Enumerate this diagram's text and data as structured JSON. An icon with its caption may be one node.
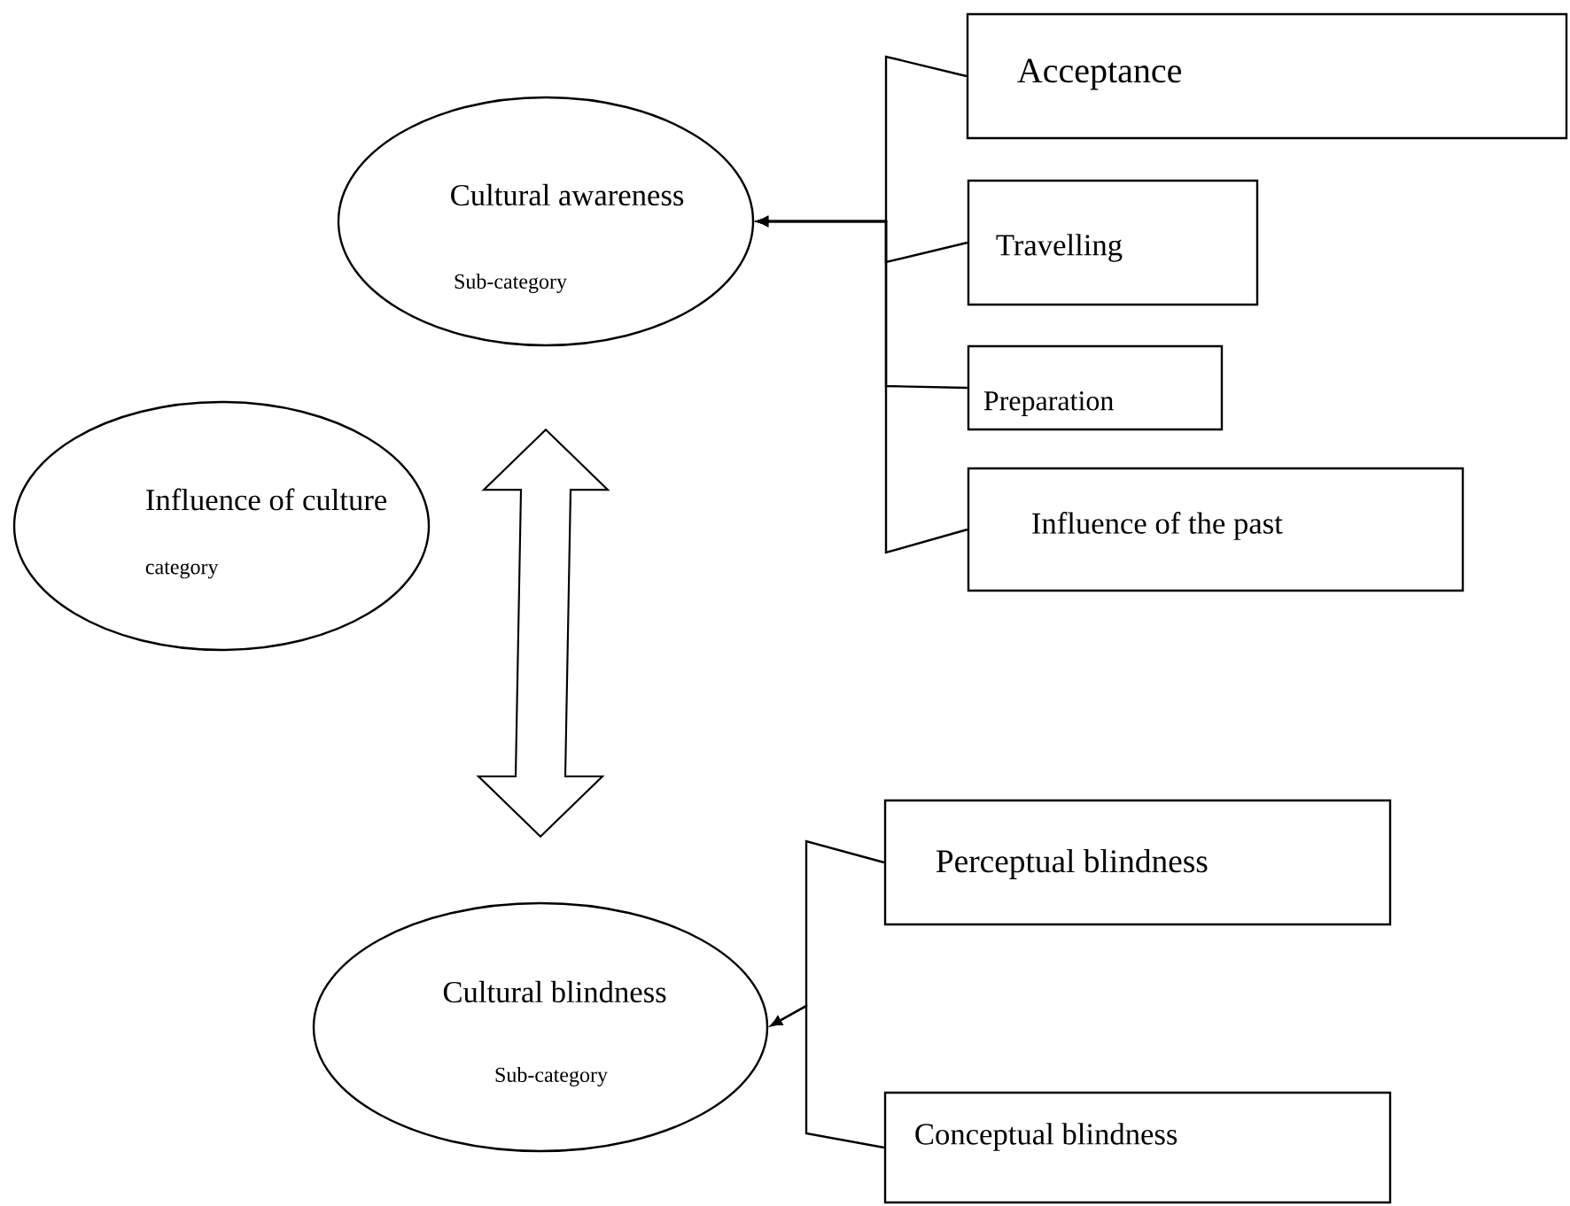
{
  "diagram": {
    "nodes": [
      {
        "text": [
          "Cultural awareness",
          "Sub-category"
        ]
      },
      {
        "text": [
          "Acceptance"
        ]
      },
      {
        "text": [
          "Travelling"
        ]
      },
      {
        "text": [
          "Preparation"
        ]
      },
      {
        "text": [
          "Influence of the past"
        ]
      },
      {
        "text": [
          "Influence of culture",
          "category"
        ]
      },
      {
        "text": [
          "Cultural blindness",
          "Sub-category"
        ]
      },
      {
        "text": [
          "Perceptual blindness"
        ]
      },
      {
        "text": [
          "Conceptual blindness"
        ]
      }
    ],
    "edges": [
      {
        "from": 1,
        "to": 0,
        "arrow": "to"
      },
      {
        "from": 2,
        "to": 0,
        "arrow": "to"
      },
      {
        "from": 3,
        "to": 0,
        "arrow": "to"
      },
      {
        "from": 4,
        "to": 0,
        "arrow": "to"
      },
      {
        "from": 0,
        "to": 6,
        "arrow": "both"
      },
      {
        "from": 7,
        "to": 6,
        "arrow": "to"
      },
      {
        "from": 8,
        "to": 6,
        "arrow": "to"
      }
    ]
  }
}
